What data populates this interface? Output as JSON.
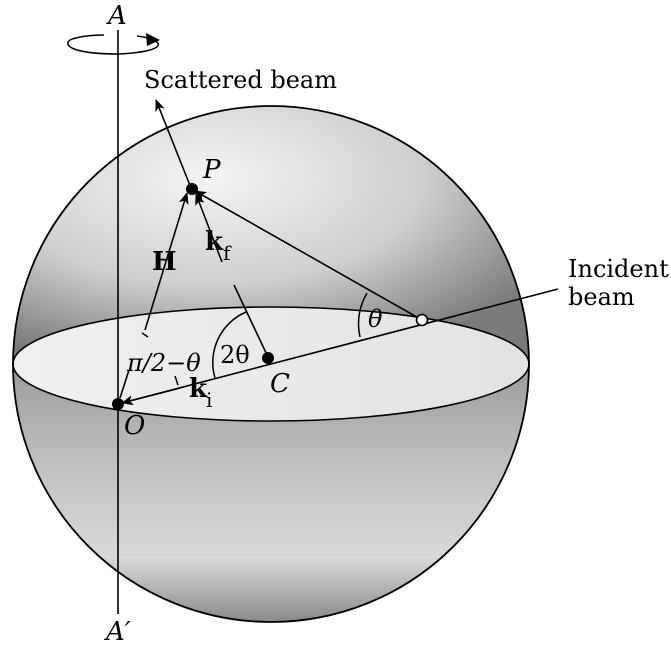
{
  "labels": {
    "axis_top": "A",
    "axis_bottom": "A′",
    "scattered_beam": "Scattered beam",
    "incident_line1": "Incident",
    "incident_line2": "beam",
    "point_p": "P",
    "point_o": "O",
    "point_c": "C",
    "vector_h": "H",
    "vector_kf_main": "k",
    "vector_kf_sub": "f",
    "vector_ki_main": "k",
    "vector_ki_sub": "i",
    "angle_theta": "θ",
    "angle_two_theta": "2θ",
    "angle_pi_half": "π/2−θ"
  },
  "colors": {
    "sphere_light": "#f2f2f2",
    "sphere_mid": "#c8c8c8",
    "sphere_dark": "#6e6e6e",
    "ellipse_fill": "#ececec",
    "stroke": "#000000"
  }
}
